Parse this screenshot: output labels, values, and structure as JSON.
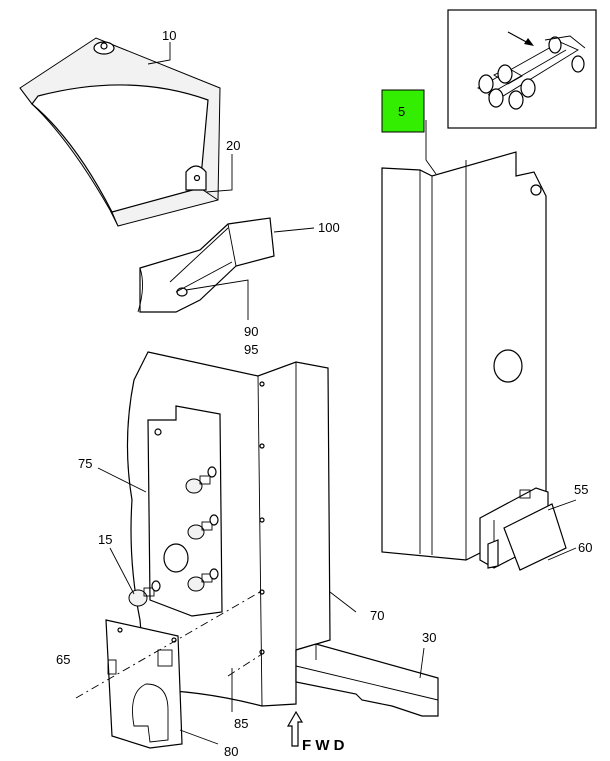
{
  "diagram": {
    "callouts": {
      "c5": "5",
      "c10": "10",
      "c15": "15",
      "c20": "20",
      "c30": "30",
      "c55": "55",
      "c60": "60",
      "c65": "65",
      "c70": "70",
      "c75": "75",
      "c80": "80",
      "c85": "85",
      "c90": "90",
      "c95": "95",
      "c100": "100"
    },
    "direction_label": "F W D",
    "highlighted_callout": "5",
    "colors": {
      "highlight": "#33ee00",
      "line": "#000000",
      "background": "#ffffff"
    }
  }
}
